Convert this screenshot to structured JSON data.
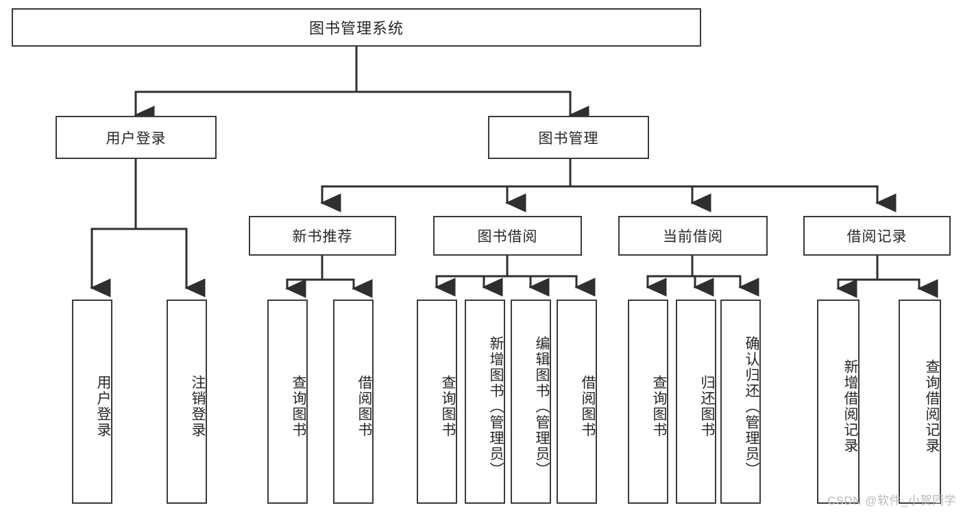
{
  "diagram": {
    "type": "tree-hierarchy-chart",
    "title": "图书管理系统",
    "colors": {
      "box_border": "#3a3a3a",
      "box_fill": "#ffffff",
      "connector": "#2f2f2f",
      "text": "#262626",
      "watermark": "#b9b9b9",
      "background": "#ffffff"
    },
    "levels": [
      {
        "level": 1,
        "nodes": [
          {
            "id": "root",
            "label": "图书管理系统",
            "orientation": "horizontal"
          }
        ]
      },
      {
        "level": 2,
        "nodes": [
          {
            "id": "user-login",
            "label": "用户登录",
            "orientation": "horizontal",
            "parent": "root"
          },
          {
            "id": "book-manage",
            "label": "图书管理",
            "orientation": "horizontal",
            "parent": "root"
          }
        ]
      },
      {
        "level": 3,
        "nodes": [
          {
            "id": "new-book-rec",
            "label": "新书推荐",
            "orientation": "horizontal",
            "parent": "book-manage"
          },
          {
            "id": "book-borrow",
            "label": "图书借阅",
            "orientation": "horizontal",
            "parent": "book-manage"
          },
          {
            "id": "current-borrow",
            "label": "当前借阅",
            "orientation": "horizontal",
            "parent": "book-manage"
          },
          {
            "id": "borrow-record",
            "label": "借阅记录",
            "orientation": "horizontal",
            "parent": "book-manage"
          }
        ]
      },
      {
        "level": 4,
        "nodes": [
          {
            "id": "leaf-user-login",
            "label": "用户登录",
            "orientation": "vertical",
            "parent": "user-login"
          },
          {
            "id": "leaf-logout",
            "label": "注销登录",
            "orientation": "vertical",
            "parent": "user-login"
          },
          {
            "id": "leaf-query-book-1",
            "label": "查询图书",
            "orientation": "vertical",
            "parent": "new-book-rec"
          },
          {
            "id": "leaf-borrow-book-1",
            "label": "借阅图书",
            "orientation": "vertical",
            "parent": "new-book-rec"
          },
          {
            "id": "leaf-query-book-2",
            "label": "查询图书",
            "orientation": "vertical",
            "parent": "book-borrow"
          },
          {
            "id": "leaf-add-book",
            "label": "新增图书（管理员）",
            "orientation": "vertical",
            "parent": "book-borrow"
          },
          {
            "id": "leaf-edit-book",
            "label": "编辑图书（管理员）",
            "orientation": "vertical",
            "parent": "book-borrow"
          },
          {
            "id": "leaf-borrow-book-2",
            "label": "借阅图书",
            "orientation": "vertical",
            "parent": "book-borrow"
          },
          {
            "id": "leaf-query-book-3",
            "label": "查询图书",
            "orientation": "vertical",
            "parent": "current-borrow"
          },
          {
            "id": "leaf-return-book",
            "label": "归还图书",
            "orientation": "vertical",
            "parent": "current-borrow"
          },
          {
            "id": "leaf-confirm-return",
            "label": "确认归还（管理员）",
            "orientation": "vertical",
            "parent": "current-borrow"
          },
          {
            "id": "leaf-add-record",
            "label": "新增借阅记录",
            "orientation": "vertical",
            "parent": "borrow-record"
          },
          {
            "id": "leaf-query-record",
            "label": "查询借阅记录",
            "orientation": "vertical",
            "parent": "borrow-record"
          }
        ]
      }
    ]
  },
  "watermark": {
    "text": "CSDN @软件_小贺同学"
  }
}
